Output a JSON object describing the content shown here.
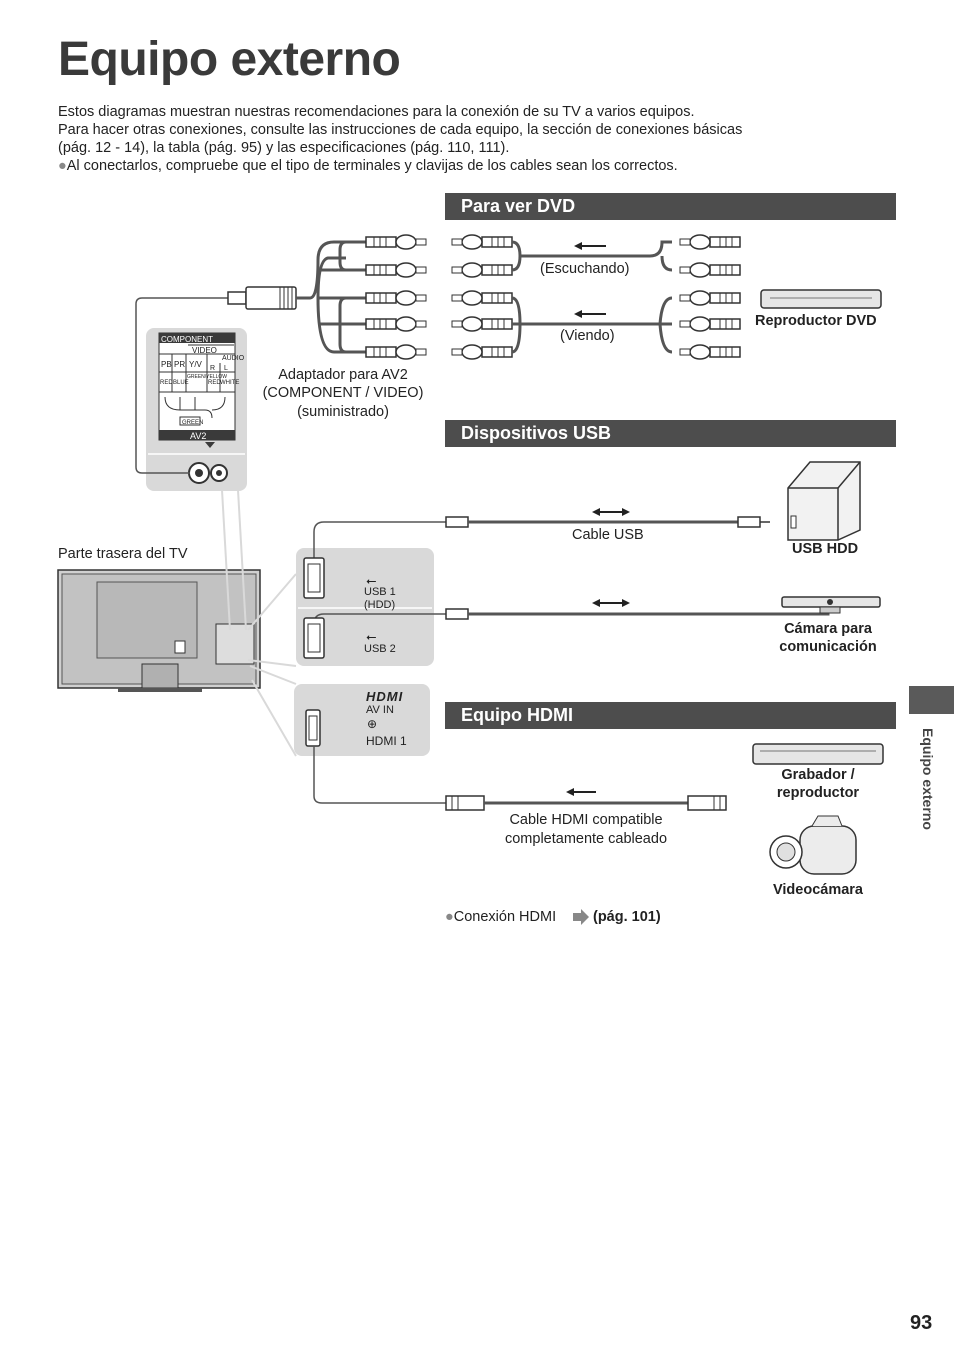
{
  "page": {
    "title": "Equipo externo",
    "intro": [
      "Estos diagramas muestran nuestras recomendaciones para la conexión de su TV a varios equipos.",
      "Para hacer otras conexiones, consulte las instrucciones de cada equipo, la sección de conexiones básicas",
      "(pág. 12 - 14), la tabla (pág. 95) y las especificaciones (pág. 110, 111).",
      "Al conectarlos, compruebe que el tipo de terminales y clavijas de los cables sean los correctos."
    ],
    "page_number": "93",
    "side_tab_label": "Equipo externo"
  },
  "sections": {
    "dvd": {
      "heading": "Para ver DVD",
      "listening": "(Escuchando)",
      "viewing": "(Viendo)",
      "device": "Reproductor DVD"
    },
    "usb": {
      "heading": "Dispositivos USB",
      "cable": "Cable USB",
      "device1": "USB HDD",
      "device2_l1": "Cámara para",
      "device2_l2": "comunicación"
    },
    "hdmi": {
      "heading": "Equipo HDMI",
      "cable_l1": "Cable HDMI compatible",
      "cable_l2": "completamente cableado",
      "device1_l1": "Grabador /",
      "device1_l2": "reproductor",
      "device2": "Videocámara",
      "note": "Conexión HDMI",
      "note_ref": "(pág. 101)"
    }
  },
  "adapter": {
    "l1": "Adaptador para AV2",
    "l2": "(COMPONENT / VIDEO)",
    "l3": "(suministrado)"
  },
  "tv": {
    "rear_label": "Parte trasera del TV"
  },
  "panels": {
    "av2": {
      "component": "COMPONENT",
      "video": "VIDEO",
      "audio": "AUDIO",
      "r": "R",
      "l": "L",
      "pb": "PB",
      "pr": "PR",
      "yv": "Y/V",
      "red": "RED",
      "blue": "BLUE",
      "gy": "GREEN/YELLOW",
      "red2": "RED",
      "white": "WHITE",
      "green": "GREEN",
      "name": "AV2"
    },
    "usb": {
      "usb1": "USB 1",
      "hdd": "(HDD)",
      "usb2": "USB 2"
    },
    "hdmi": {
      "logo": "HDMI",
      "avin": "AV IN",
      "hdmi1": "HDMI 1"
    }
  },
  "colors": {
    "heading_bar": "#4d4d4d",
    "panel": "#d9d9d9",
    "cable": "#555555"
  }
}
